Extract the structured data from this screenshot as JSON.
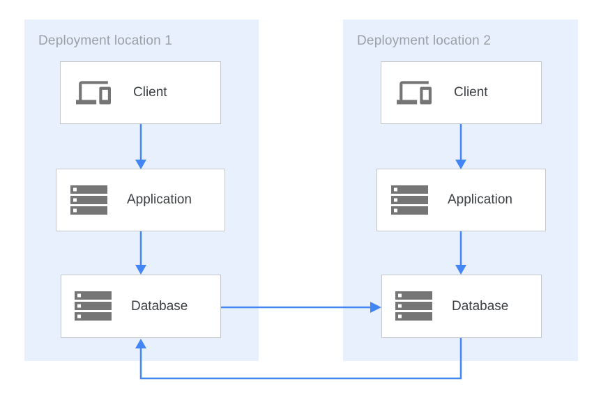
{
  "diagram": {
    "regions": [
      {
        "label": "Deployment location 1",
        "nodes": [
          {
            "id": "client-1",
            "label": "Client",
            "icon": "devices-icon"
          },
          {
            "id": "application-1",
            "label": "Application",
            "icon": "server-stack-icon"
          },
          {
            "id": "database-1",
            "label": "Database",
            "icon": "server-stack-icon"
          }
        ]
      },
      {
        "label": "Deployment location 2",
        "nodes": [
          {
            "id": "client-2",
            "label": "Client",
            "icon": "devices-icon"
          },
          {
            "id": "application-2",
            "label": "Application",
            "icon": "server-stack-icon"
          },
          {
            "id": "database-2",
            "label": "Database",
            "icon": "server-stack-icon"
          }
        ]
      }
    ],
    "connections": [
      {
        "from": "client-1",
        "to": "application-1",
        "style": "arrow-down"
      },
      {
        "from": "application-1",
        "to": "database-1",
        "style": "arrow-down"
      },
      {
        "from": "client-2",
        "to": "application-2",
        "style": "arrow-down"
      },
      {
        "from": "application-2",
        "to": "database-2",
        "style": "arrow-down"
      },
      {
        "from": "database-1",
        "to": "database-2",
        "style": "arrow-right"
      },
      {
        "from": "database-2",
        "to": "database-1",
        "style": "arrow-elbow-bottom"
      }
    ],
    "colors": {
      "panel_background": "#e8f0fe",
      "arrow": "#4285f4",
      "box_border": "#c3c7cb",
      "box_background": "#ffffff",
      "icon": "#757575",
      "region_label": "#9aa0a6",
      "node_label": "#3c4043"
    }
  }
}
